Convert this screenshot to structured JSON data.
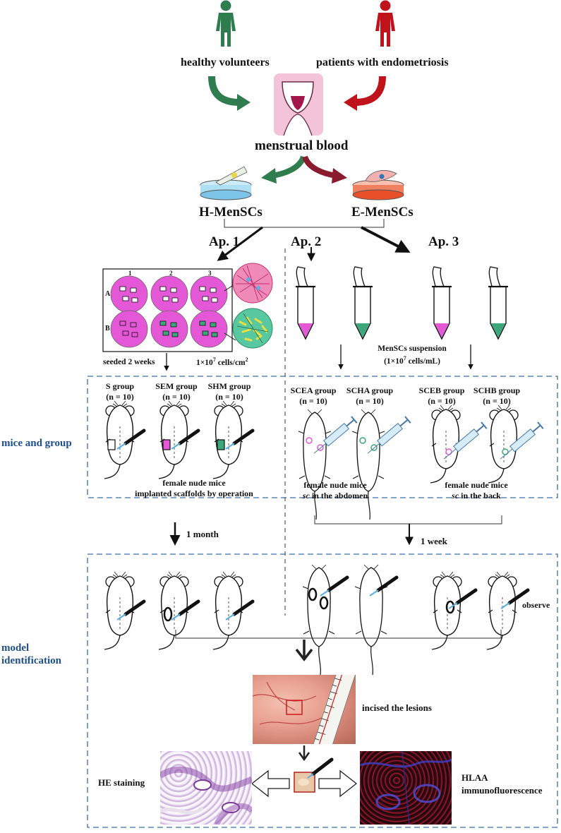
{
  "sources": {
    "healthy": "healthy volunteers",
    "patients": "patients with endometriosis",
    "menstrual_blood": "menstrual blood"
  },
  "cells": {
    "h": "H-MenSCs",
    "e": "E-MenSCs"
  },
  "approaches": {
    "ap1": "Ap. 1",
    "ap2": "Ap. 2",
    "ap3": "Ap. 3"
  },
  "plate": {
    "cols": [
      "1",
      "2",
      "3"
    ],
    "rows": [
      "A",
      "B"
    ],
    "seeded": "seeded 2 weeks",
    "density": "1×10",
    "density_exp": "7",
    "density_unit": " cells/cm",
    "density_unit_exp": "2"
  },
  "suspension": {
    "line1": "MenSCs suspension",
    "line2": "(1×10",
    "line2_exp": "7",
    "line2_end": " cells/mL)"
  },
  "side_labels": {
    "mice_group": "mice and group",
    "model_id_1": "model",
    "model_id_2": "identification"
  },
  "groups": [
    {
      "name": "S group",
      "n": "(n = 10)"
    },
    {
      "name": "SEM group",
      "n": "(n = 10)"
    },
    {
      "name": "SHM group",
      "n": "(n = 10)"
    },
    {
      "name": "SCEA group",
      "n": "(n = 10)"
    },
    {
      "name": "SCHA group",
      "n": "(n = 10)"
    },
    {
      "name": "SCEB group",
      "n": "(n = 10)"
    },
    {
      "name": "SCHB group",
      "n": "(n = 10)"
    }
  ],
  "captions": {
    "ap1_l1": "female nude mice",
    "ap1_l2": "implanted scaffolds by operation",
    "ap2_l1": "female nude mice",
    "ap2_l2_it": "sc",
    "ap2_l2": " in the abdomen",
    "ap3_l1": "female nude mice",
    "ap3_l2_it": "sc",
    "ap3_l2": " in the back"
  },
  "timing": {
    "month": "1 month",
    "week": "1 week"
  },
  "identification": {
    "observe": "observe",
    "incised": "incised the lesions",
    "he": "HE staining",
    "hlaa_1": "HLAA",
    "hlaa_2": "immunofluorescence"
  },
  "colors": {
    "green": "#2f7d4f",
    "red": "#c0121a",
    "magenta": "#e458d8",
    "teal": "#3aa87a",
    "box_blue": "#3b6ea8",
    "label_blue": "#1f4e8c"
  }
}
